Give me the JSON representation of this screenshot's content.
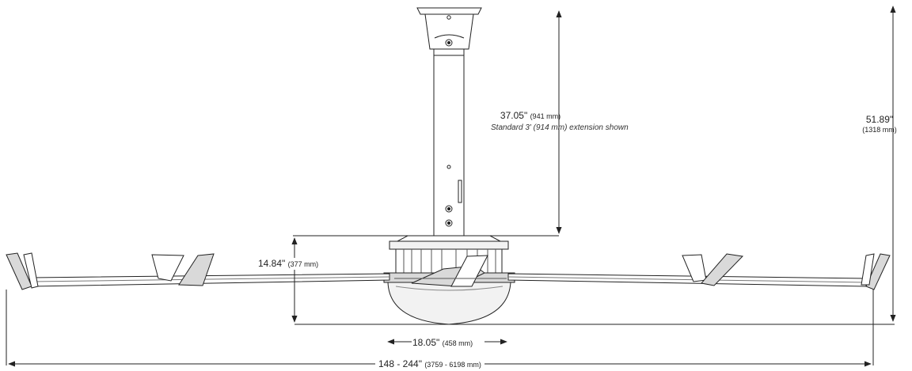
{
  "dimensions": {
    "extension_height": {
      "value": "37.05\"",
      "metric": "(941 mm)",
      "note": "Standard 3' (914 mm) extension shown"
    },
    "overall_height": {
      "value": "51.89\"",
      "metric": "(1318 mm)"
    },
    "hub_height": {
      "value": "14.84\"",
      "metric": "(377 mm)"
    },
    "hub_width": {
      "value": "18.05\"",
      "metric": "(458 mm)"
    },
    "diameter": {
      "value": "148 - 244\"",
      "metric": "(3759 - 6198 mm)"
    }
  },
  "colors": {
    "line": "#222222",
    "fill_light": "#f2f2f2",
    "fill_mid": "#d9d9d9"
  }
}
